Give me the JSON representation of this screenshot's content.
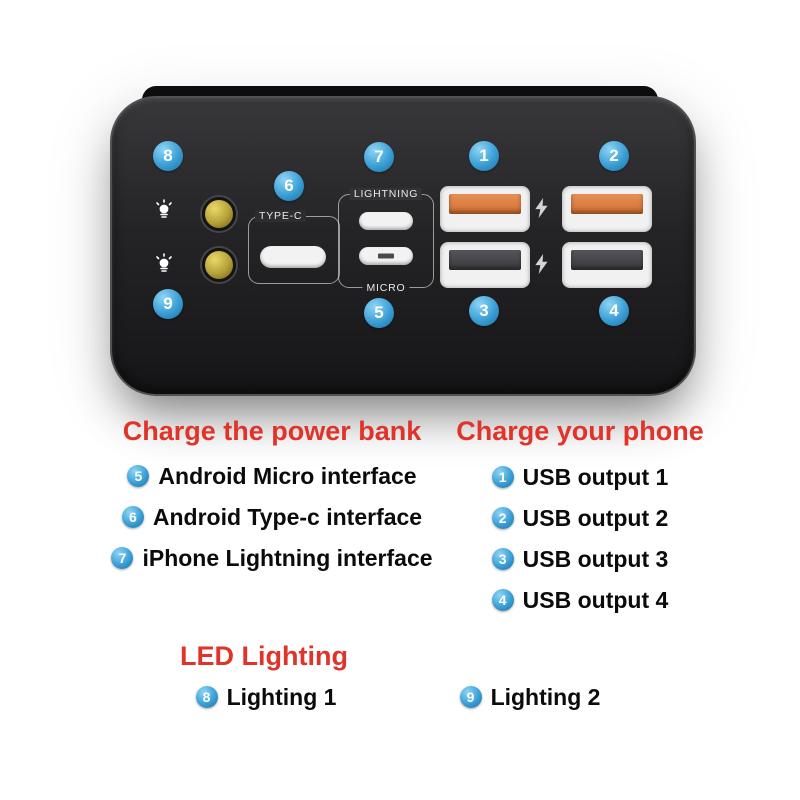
{
  "device": {
    "port_labels": {
      "type_c": "TYPE-C",
      "lightning": "LIGHTNING",
      "micro": "MICRO"
    },
    "badges": {
      "b1": "1",
      "b2": "2",
      "b3": "3",
      "b4": "4",
      "b5": "5",
      "b6": "6",
      "b7": "7",
      "b8": "8",
      "b9": "9"
    }
  },
  "sections": {
    "charge_bank": {
      "title": "Charge the power bank",
      "items": [
        {
          "num": "5",
          "label": "Android Micro interface"
        },
        {
          "num": "6",
          "label": "Android Type-c interface"
        },
        {
          "num": "7",
          "label": "iPhone Lightning interface"
        }
      ]
    },
    "charge_phone": {
      "title": "Charge your phone",
      "items": [
        {
          "num": "1",
          "label": "USB output 1"
        },
        {
          "num": "2",
          "label": "USB output 2"
        },
        {
          "num": "3",
          "label": "USB output 3"
        },
        {
          "num": "4",
          "label": "USB output 4"
        }
      ]
    },
    "led_lighting": {
      "title": "LED Lighting",
      "items": [
        {
          "num": "8",
          "label": "Lighting 1"
        },
        {
          "num": "9",
          "label": "Lighting 2"
        }
      ]
    }
  },
  "colors": {
    "badge_blue": "#3a9fd6",
    "title_red": "#e0332a",
    "usb_orange": "#cf6f32",
    "usb_dark": "#39393d",
    "led_yellow": "#b3a038"
  }
}
